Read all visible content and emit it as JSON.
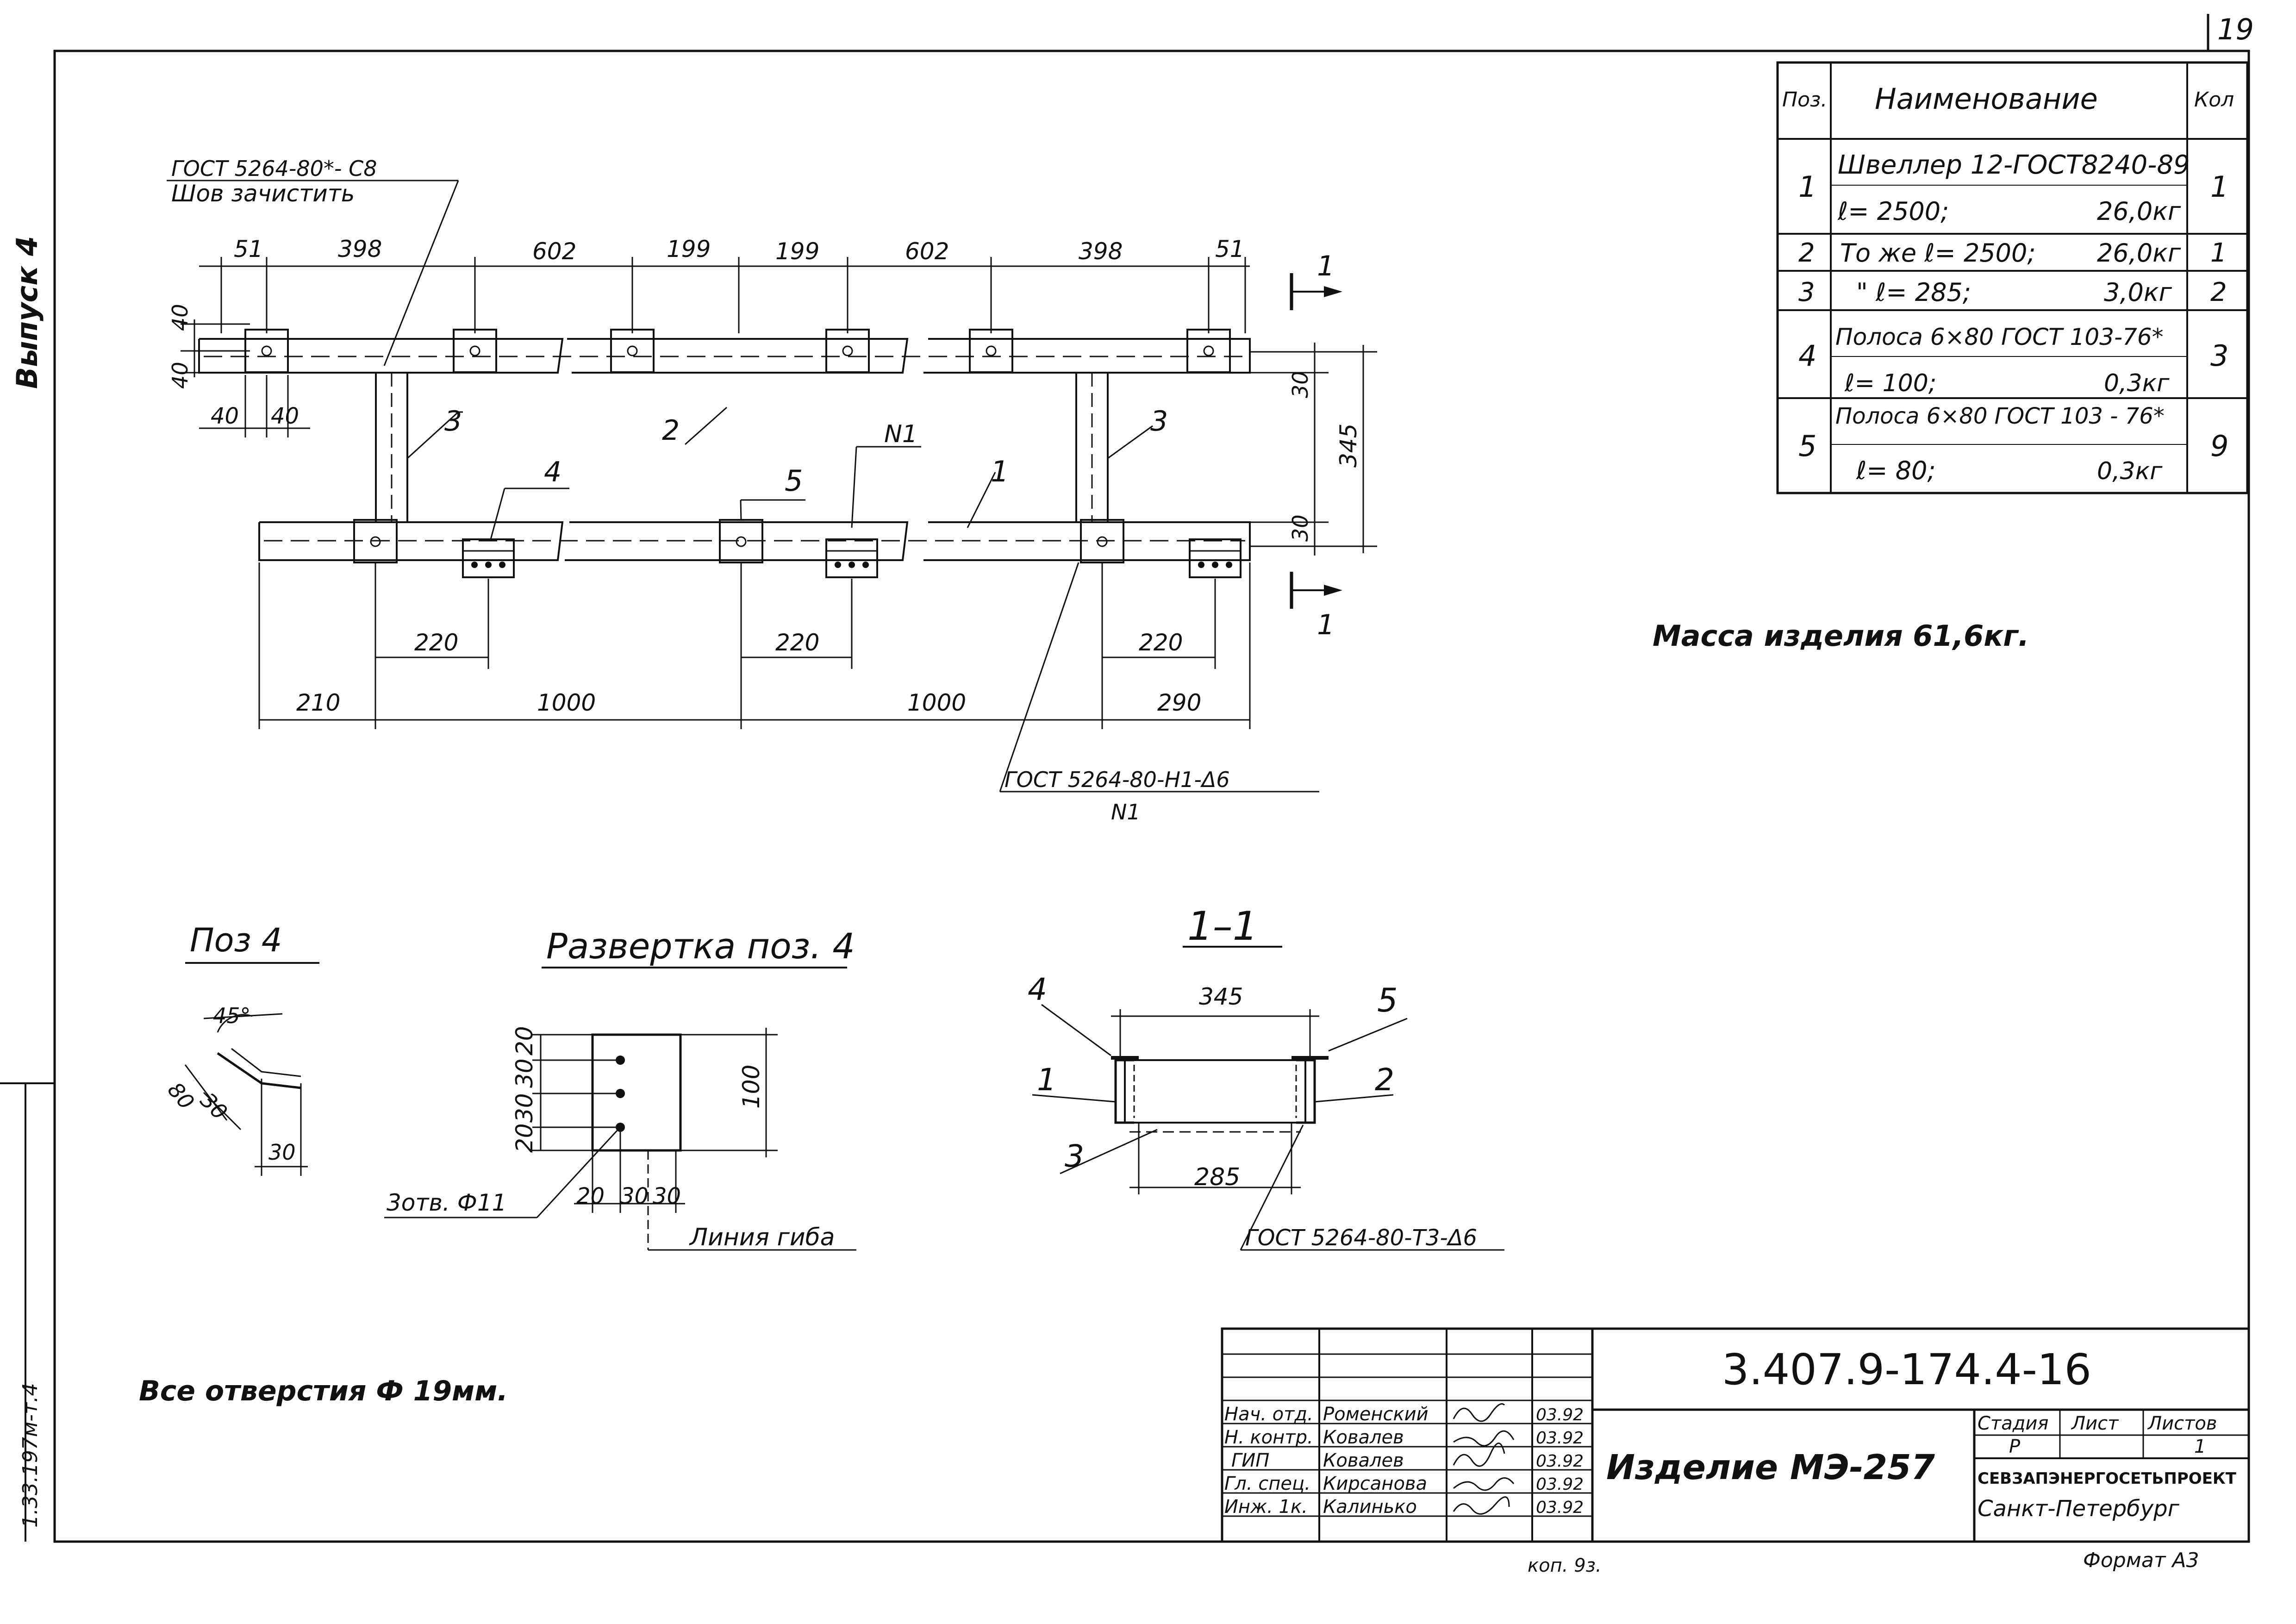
{
  "sheet": {
    "number": "19",
    "side_label": "Выпуск 4",
    "side_code": "1.33.197м-т.4"
  },
  "main_view": {
    "weld_top_1": "ГОСТ 5264-80*- С8",
    "weld_top_2": "Шов зачистить",
    "dims_top": [
      "51",
      "398",
      "602",
      "199",
      "199",
      "602",
      "398",
      "51"
    ],
    "dims_left_1": [
      "40",
      "40"
    ],
    "dims_left_2": [
      "40",
      "40"
    ],
    "dims_right": [
      "30",
      "345",
      "30"
    ],
    "dims_lower": [
      "220",
      "220",
      "220"
    ],
    "dims_bottom": [
      "210",
      "1000",
      "1000",
      "290"
    ],
    "labels": [
      "3",
      "2",
      "N1",
      "3",
      "4",
      "5",
      "1"
    ],
    "weld_bottom_1": "ГОСТ 5264-80-Н1-Δ6",
    "weld_bottom_2": "N1",
    "section_mark": "1"
  },
  "spec": {
    "headers": [
      "Поз.",
      "Наименование",
      "Кол"
    ],
    "rows": [
      {
        "pos": "1",
        "name_1": "Швеллер 12-ГОСТ8240-89",
        "name_2": "ℓ= 2500;",
        "mass": "26,0кг",
        "qty": "1"
      },
      {
        "pos": "2",
        "name_1": "То же  ℓ= 2500;",
        "mass": "26,0кг",
        "qty": "1"
      },
      {
        "pos": "3",
        "name_1": "\"      ℓ= 285;",
        "mass": "3,0кг",
        "qty": "2"
      },
      {
        "pos": "4",
        "name_1": "Полоса 6×80 ГОСТ 103-76*",
        "name_2": "ℓ= 100;",
        "mass": "0,3кг",
        "qty": "3"
      },
      {
        "pos": "5",
        "name_1": "Полоса 6×80 ГОСТ 103 - 76*",
        "name_2": "ℓ= 80;",
        "mass": "0,3кг",
        "qty": "9"
      }
    ]
  },
  "mass_note": "Масса изделия  61,6кг.",
  "pos4": {
    "title": "Поз 4",
    "dims": [
      "45°",
      "80",
      "30",
      "30"
    ]
  },
  "razvertka": {
    "title": "Развертка поз. 4",
    "dims_left": [
      "20",
      "30",
      "30",
      "20"
    ],
    "dim_right": "100",
    "holes": "3отв. Ф11",
    "dims_bottom": [
      "20",
      "30",
      "30"
    ],
    "bend_line": "Линия гиба"
  },
  "section": {
    "title": "1–1",
    "dim_top": "345",
    "dim_bottom": "285",
    "labels": [
      "4",
      "5",
      "1",
      "2",
      "3"
    ],
    "weld": "ГОСТ 5264-80-Т3-Δ6"
  },
  "holes_note": "Все  отверстия  Ф 19мм.",
  "title_block": {
    "code": "3.407.9-174.4-16",
    "item": "Изделие  МЭ-257",
    "roles": [
      "Нач. отд.",
      "Н. контр.",
      "ГИП",
      "Гл. спец.",
      "Инж. 1к."
    ],
    "names": [
      "Роменский",
      "Ковалев",
      "Ковалев",
      "Кирсанова",
      "Калинько"
    ],
    "dates": [
      "03.92",
      "03.92",
      "03.92",
      "03.92",
      "03.92"
    ],
    "stage_label": "Стадия",
    "sheet_label": "Лист",
    "sheets_label": "Листов",
    "stage": "Р",
    "sheets": "1",
    "org": "СЕВЗАПЭНЕРГОСЕТЬПРОЕКТ",
    "city": "Санкт-Петербург"
  },
  "footer": {
    "copy": "коп. 9з.",
    "format": "Формат А3"
  }
}
